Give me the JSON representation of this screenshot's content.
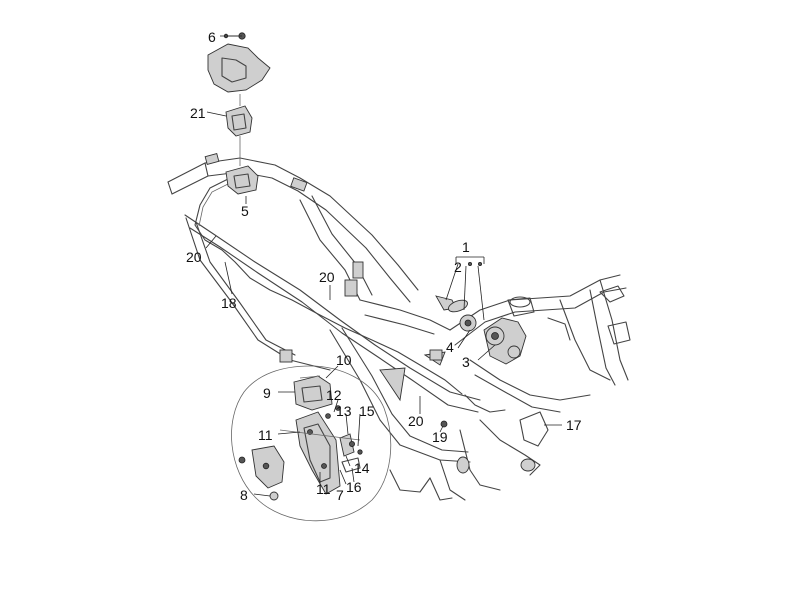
{
  "callouts": {
    "c1": "1",
    "c2": "2",
    "c3": "3",
    "c4": "4",
    "c5": "5",
    "c6": "6",
    "c7": "7",
    "c8": "8",
    "c9": "9",
    "c10": "10",
    "c11a": "11",
    "c11b": "11",
    "c12": "12",
    "c13": "13",
    "c14": "14",
    "c15": "15",
    "c16": "16",
    "c17": "17",
    "c18": "18",
    "c19": "19",
    "c20a": "20",
    "c20b": "20",
    "c20c": "20",
    "c21": "21"
  }
}
